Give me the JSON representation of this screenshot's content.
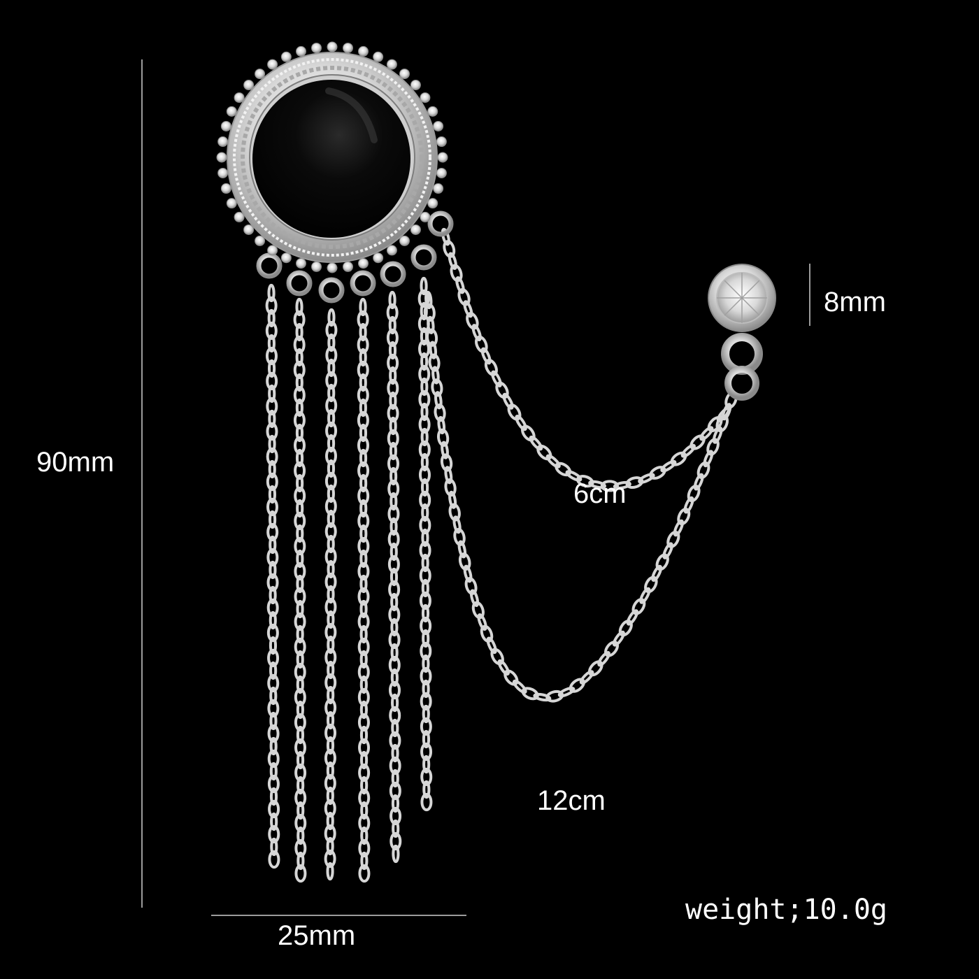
{
  "measurements": {
    "height": "90mm",
    "width": "25mm",
    "stone": "8mm",
    "short_chain": "6cm",
    "long_chain": "12cm",
    "weight": "weight;10.0g"
  },
  "colors": {
    "background": "#000000",
    "metal": "#d9d9d9",
    "metal_shadow": "#8a8a8a",
    "enamel": "#050505",
    "text": "#ffffff"
  }
}
